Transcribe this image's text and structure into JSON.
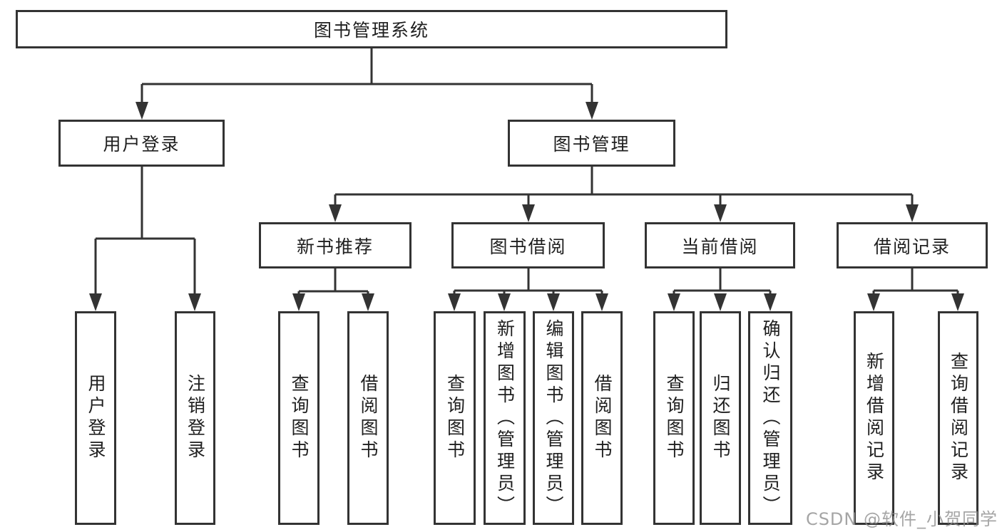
{
  "diagram": {
    "root": {
      "label": "图书管理系统"
    },
    "branches": [
      {
        "label": "用户登录",
        "children": [
          {
            "label": "用户登录"
          },
          {
            "label": "注销登录"
          }
        ]
      },
      {
        "label": "图书管理",
        "children": [
          {
            "label": "新书推荐",
            "children": [
              {
                "label": "查询图书"
              },
              {
                "label": "借阅图书"
              }
            ]
          },
          {
            "label": "图书借阅",
            "children": [
              {
                "label": "查询图书"
              },
              {
                "label": "新增图书（管理员）"
              },
              {
                "label": "编辑图书（管理员）"
              },
              {
                "label": "借阅图书"
              }
            ]
          },
          {
            "label": "当前借阅",
            "children": [
              {
                "label": "查询图书"
              },
              {
                "label": "归还图书"
              },
              {
                "label": "确认归还（管理员）"
              }
            ]
          },
          {
            "label": "借阅记录",
            "children": [
              {
                "label": "新增借阅记录"
              },
              {
                "label": "查询借阅记录"
              }
            ]
          }
        ]
      }
    ]
  },
  "watermark": {
    "text": "CSDN @软件_小贺同学"
  },
  "colors": {
    "line": "#333333",
    "box_background": "#ffffff",
    "text": "#1f1f1f",
    "watermark": "#8f8f8f"
  }
}
